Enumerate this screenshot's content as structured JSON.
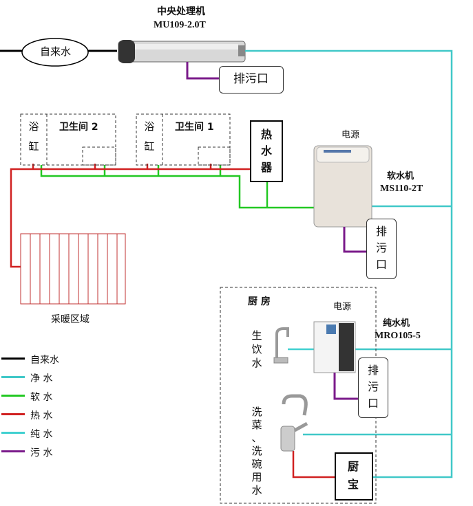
{
  "central_processor": {
    "title": "中央处理机",
    "model": "MU109-2.0T"
  },
  "tap_water_source": "自来水",
  "drain_outlet_top": "排污口",
  "bathroom2": {
    "bathtub": [
      "浴",
      "缸"
    ],
    "label": "卫生间 2"
  },
  "bathroom1": {
    "bathtub": [
      "浴",
      "缸"
    ],
    "label": "卫生间 1"
  },
  "water_heater": [
    "热",
    "水",
    "器"
  ],
  "softener": {
    "power": "电源",
    "title": "软水机",
    "model": "MS110-2T",
    "drain": [
      "排",
      "污",
      "口"
    ]
  },
  "heating_area": "采暖区域",
  "kitchen": {
    "title": "厨 房",
    "power": "电源",
    "purifier_title": "纯水机",
    "purifier_model": "MRO105-5",
    "drinking": [
      "生",
      "饮",
      "水"
    ],
    "washing": [
      "洗",
      "菜",
      "、",
      "洗",
      "碗",
      "用",
      "水"
    ],
    "drain": [
      "排",
      "污",
      "口"
    ],
    "kitchen_treasure": [
      "厨",
      "宝"
    ]
  },
  "legend": [
    {
      "label": "自来水",
      "color": "#000000"
    },
    {
      "label": "净 水",
      "color": "#40c8c8"
    },
    {
      "label": "软 水",
      "color": "#22c822"
    },
    {
      "label": "热 水",
      "color": "#d02020"
    },
    {
      "label": "纯 水",
      "color": "#40d0d0"
    },
    {
      "label": "污 水",
      "color": "#7a1a8a"
    }
  ]
}
